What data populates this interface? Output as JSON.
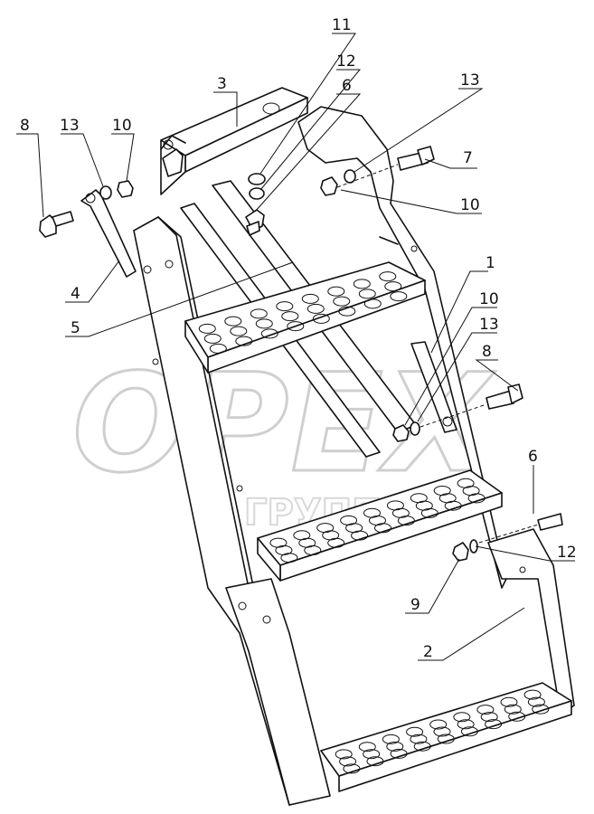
{
  "watermark": {
    "main": "OPEX",
    "sub": "ГРУПП"
  },
  "callouts": [
    "1",
    "2",
    "3",
    "4",
    "5",
    "6",
    "6",
    "7",
    "8",
    "8",
    "9",
    "10",
    "10",
    "10",
    "11",
    "12",
    "12",
    "13",
    "13",
    "13"
  ]
}
